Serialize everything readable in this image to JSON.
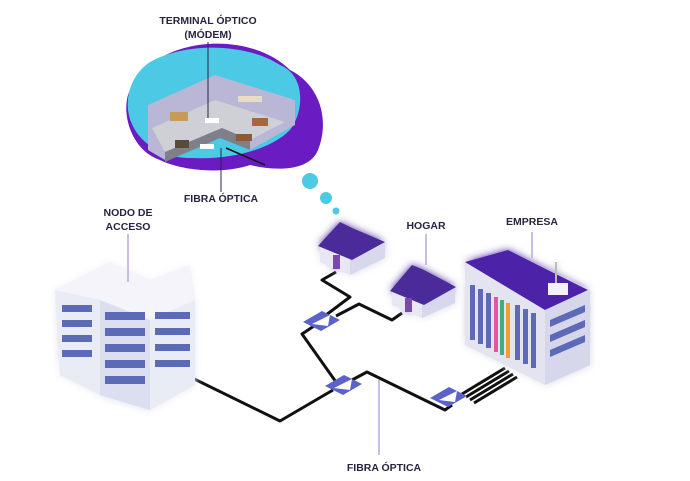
{
  "labels": {
    "terminal_line1": "TERMINAL ÓPTICO",
    "terminal_line2": "(MÓDEM)",
    "fibra_top": "FIBRA ÓPTICA",
    "nodo_line1": "NODO DE",
    "nodo_line2": "ACCESO",
    "hogar": "HOGAR",
    "empresa": "EMPRESA",
    "fibra_bottom": "FIBRA ÓPTICA"
  },
  "colors": {
    "cyan": "#4cc9e4",
    "purple": "#6a1bc2",
    "roof": "#4b2a9a",
    "fiber": "#111111",
    "splitter": "#5b63c9"
  }
}
